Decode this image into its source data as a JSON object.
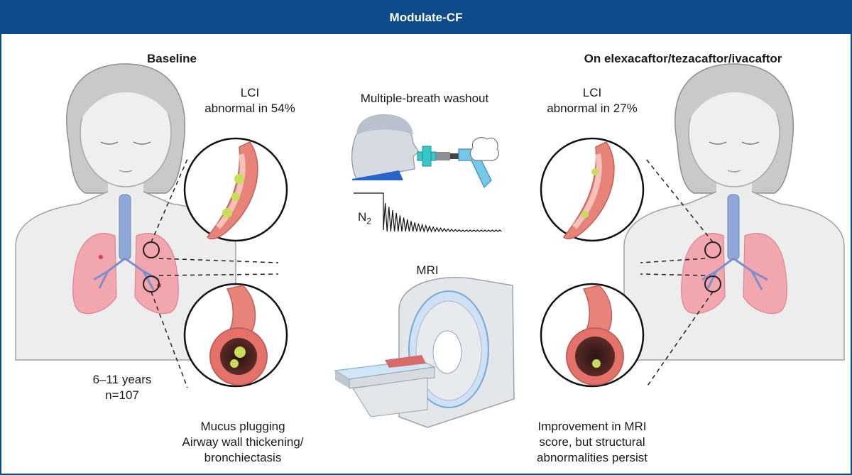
{
  "header": {
    "title": "Modulate-CF"
  },
  "baseline": {
    "heading": "Baseline",
    "lci_title": "LCI",
    "lci_result": "abnormal in 54%",
    "age": "6–11 years",
    "n": "n=107",
    "mri_findings": [
      "Mucus plugging",
      "Airway wall thickening/",
      "bronchiectasis"
    ]
  },
  "center": {
    "mbw_label": "Multiple-breath washout",
    "gas_label": "N",
    "gas_subscript": "2",
    "mri_label": "MRI"
  },
  "treatment": {
    "heading": "On elexacaftor/tezacaftor/ivacaftor",
    "lci_title": "LCI",
    "lci_result": "abnormal in 27%",
    "mri_findings": [
      "Improvement in MRI",
      "score, but structural",
      "abnormalities persist"
    ]
  },
  "colors": {
    "header_bg": "#0d4b8a",
    "lung": "#f2a6ad",
    "airway": "#e8837a",
    "mucus": "#c9dd5a",
    "trachea": "#8fa8d8"
  }
}
